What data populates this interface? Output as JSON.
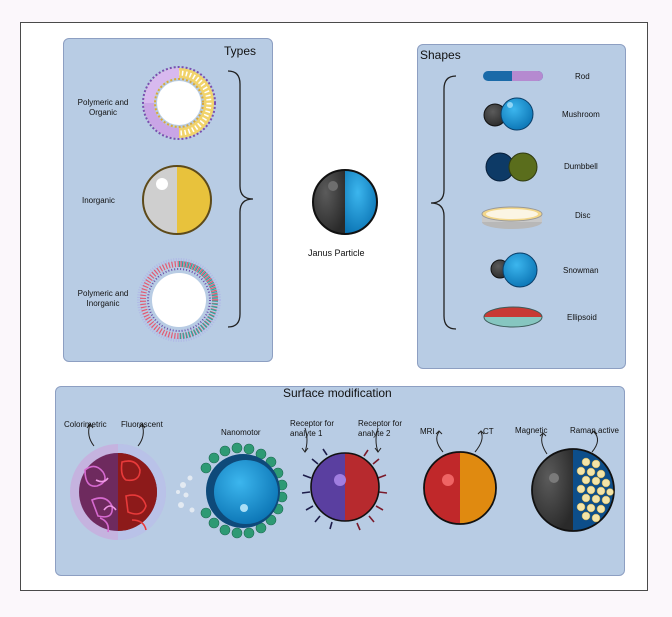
{
  "types": {
    "title": "Types",
    "items": [
      {
        "label": "Polymeric and\nOrganic"
      },
      {
        "label": "Inorganic"
      },
      {
        "label": "Polymeric and\nInorganic"
      }
    ]
  },
  "center": {
    "label": "Janus Particle"
  },
  "shapes": {
    "title": "Shapes",
    "items": [
      {
        "label": "Rod"
      },
      {
        "label": "Mushroom"
      },
      {
        "label": "Dumbbell"
      },
      {
        "label": "Disc"
      },
      {
        "label": "Snowman"
      },
      {
        "label": "Ellipsoid"
      }
    ]
  },
  "surface": {
    "title": "Surface modification",
    "labels": {
      "colorimetric": "Colorimetric",
      "fluoroscent": "Fluoroscent",
      "nanomotor": "Nanomotor",
      "receptor1": "Receptor for\nanalyte 1",
      "receptor2": "Receptor for\nanalyte 2",
      "mri": "MRI",
      "ct": "CT",
      "magnetic": "Magnetic",
      "raman": "Raman active"
    }
  },
  "colors": {
    "panel": "#b8cce4",
    "janus_dark": "#454545",
    "janus_blue": "#1a98d8",
    "gold": "#e8c23c",
    "silver": "#cfcfcf",
    "red": "#c0282a",
    "orange": "#e08a10",
    "purple": "#5a3fa0",
    "teal": "#3aa37c"
  }
}
